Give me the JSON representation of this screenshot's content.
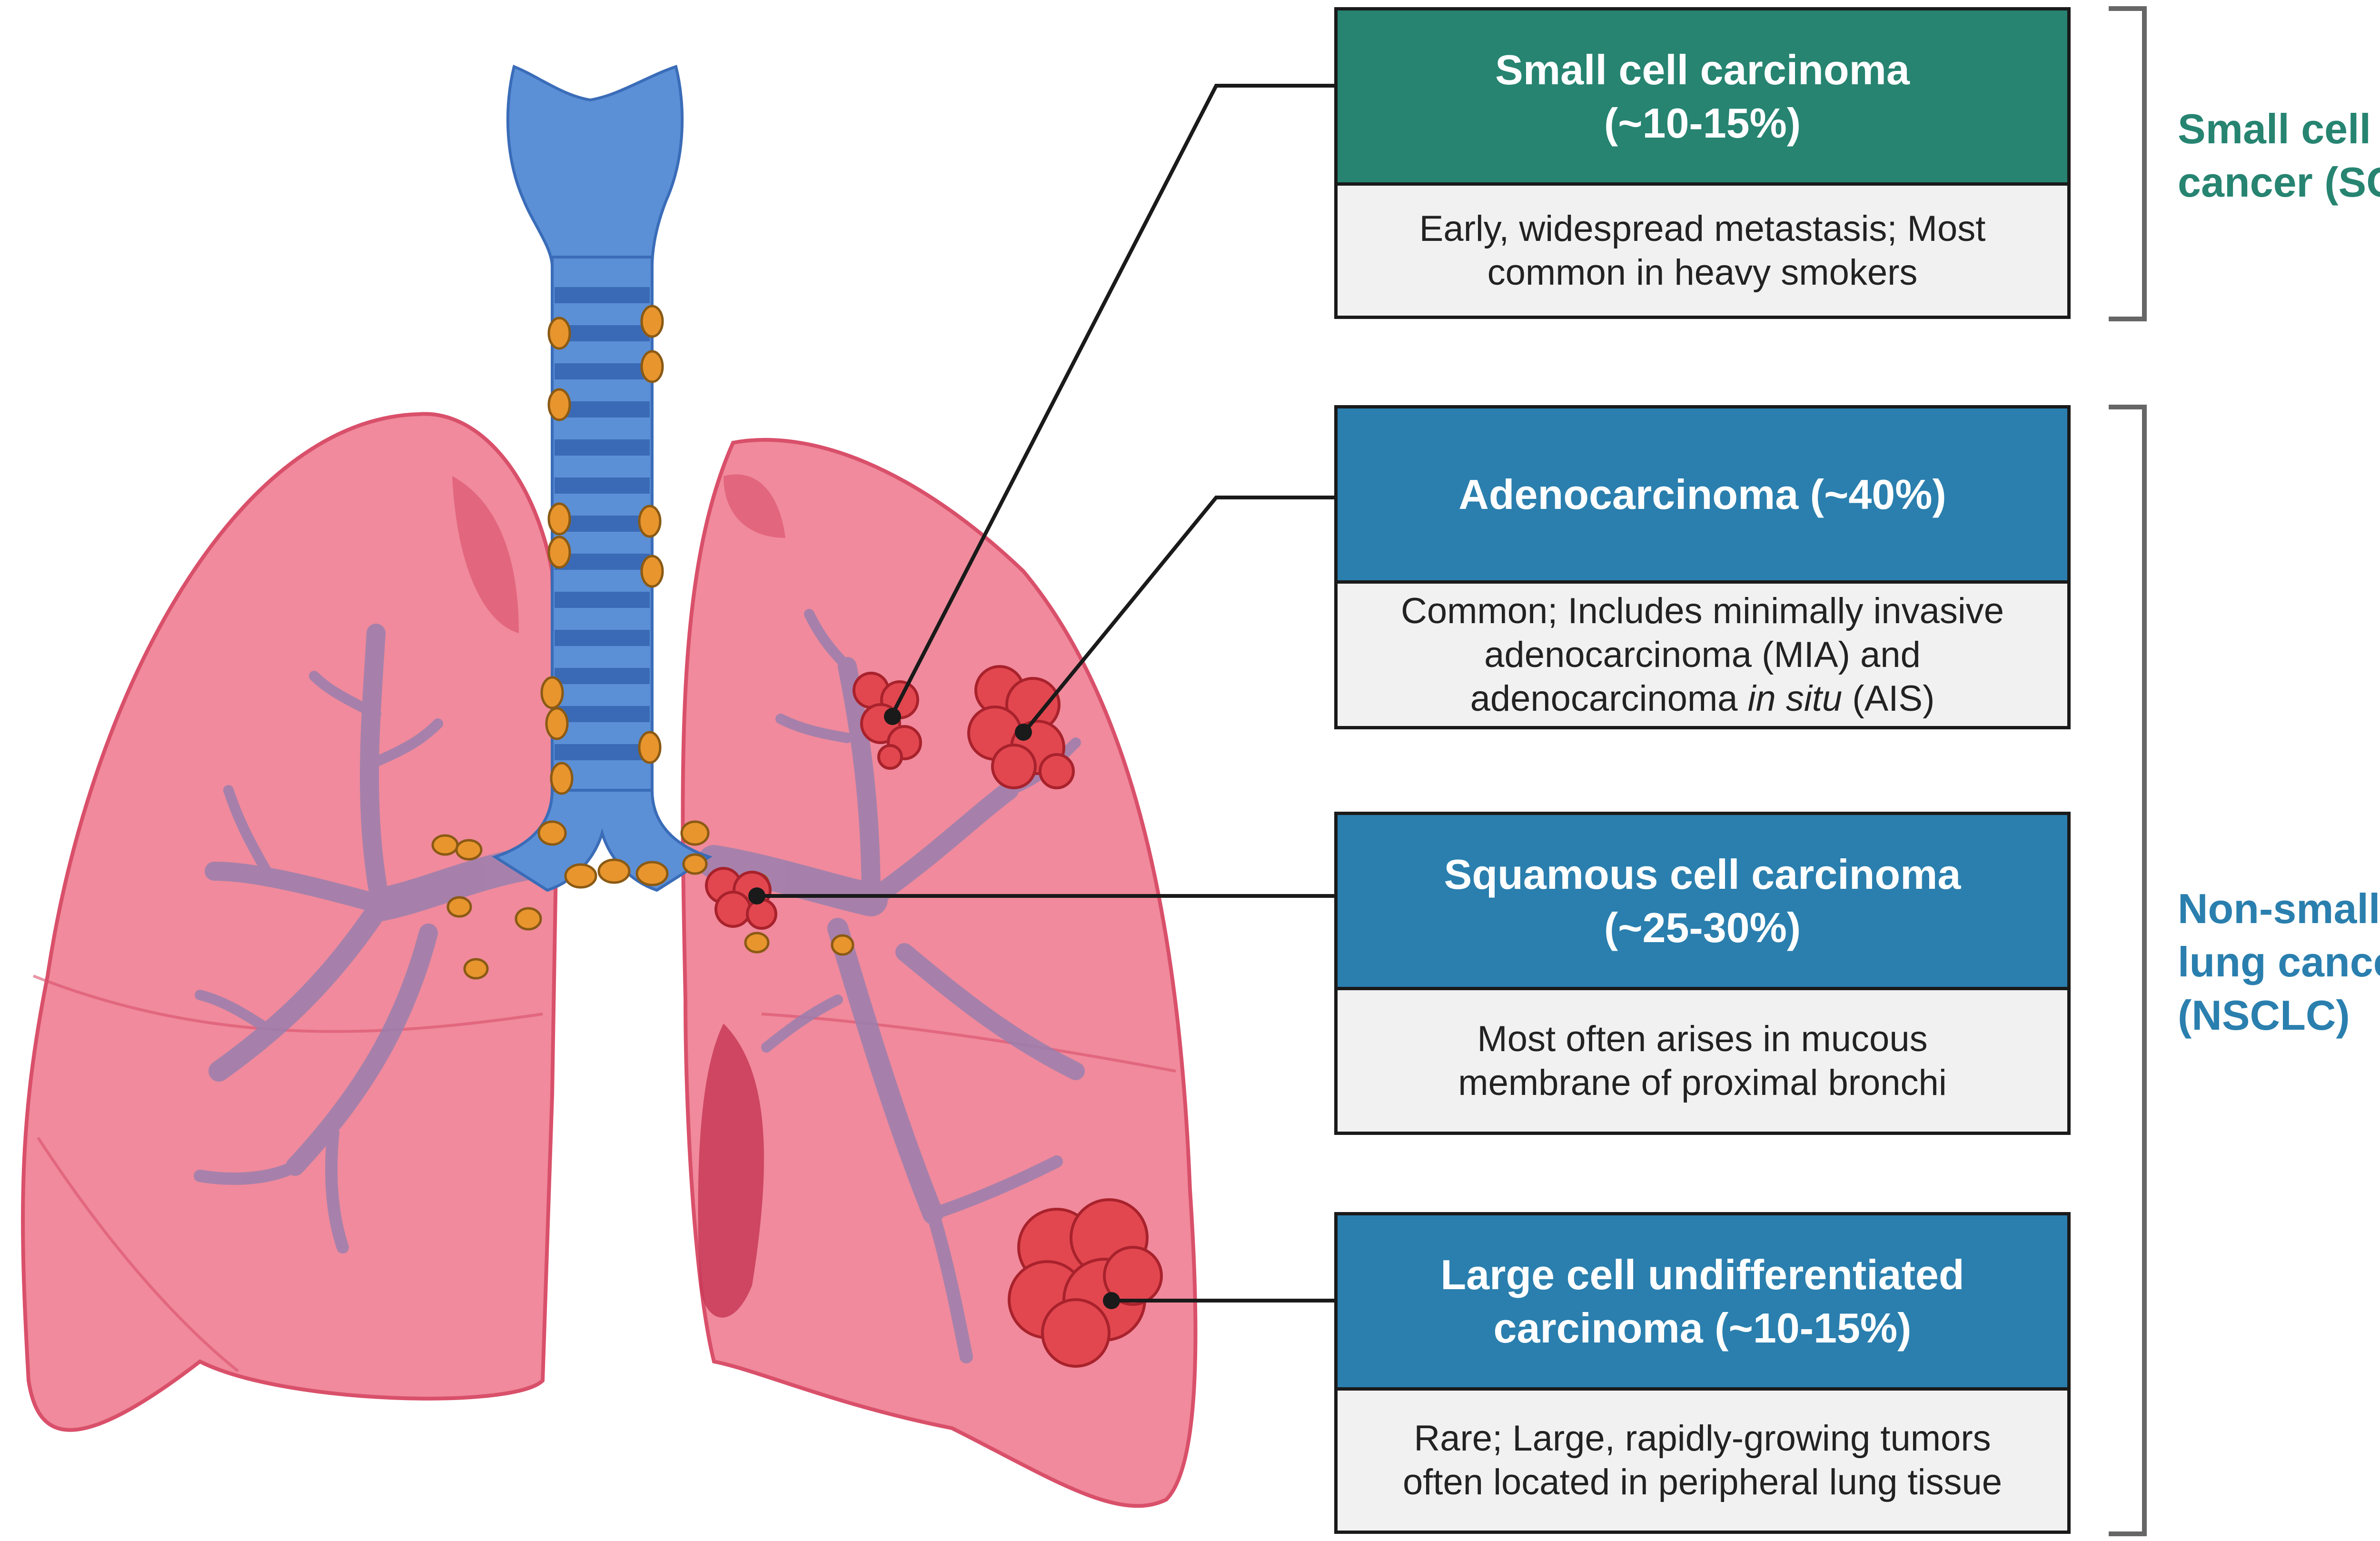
{
  "colors": {
    "sclc_teal": "#268471",
    "nsclc_blue": "#2a7fae",
    "lung_pink": "#f08a9c",
    "trachea_blue": "#5b8fd6",
    "lymph_node_orange": "#e8952e",
    "tumor_red": "#e2474f",
    "bronchi_purple": "#9a7fae"
  },
  "groups": {
    "sclc": {
      "label_line1": "Small cell lung",
      "label_line2": "cancer (SCLC)"
    },
    "nsclc": {
      "label_line1": "Non-small cell",
      "label_line2": "lung cancer",
      "label_line3": "(NSCLC)"
    }
  },
  "cards": {
    "small_cell": {
      "title_line1": "Small cell carcinoma",
      "title_line2": "(~10-15%)",
      "desc_line1": "Early, widespread metastasis; Most",
      "desc_line2": "common in heavy smokers"
    },
    "adeno": {
      "title_line1": "Adenocarcinoma (~40%)",
      "desc_line1": "Common; Includes minimally invasive",
      "desc_line2": "adenocarcinoma (MIA) and",
      "desc_line3_pre": "adenocarcinoma",
      "desc_line3_italic": "in situ",
      "desc_line3_post": "(AIS)"
    },
    "squamous": {
      "title_line1": "Squamous cell carcinoma",
      "title_line2": "(~25-30%)",
      "desc_line1": "Most often arises in mucous",
      "desc_line2": "membrane of proximal bronchi"
    },
    "large_cell": {
      "title_line1": "Large cell undifferentiated",
      "title_line2": "carcinoma (~10-15%)",
      "desc_line1": "Rare; Large, rapidly-growing tumors",
      "desc_line2": "often located in peripheral lung tissue"
    }
  },
  "illustration": {
    "organ": "lungs-with-trachea-and-bronchi",
    "icons": [
      "trachea-icon",
      "left-lung-icon",
      "right-lung-icon",
      "lymph-node-icon",
      "tumor-icon"
    ]
  }
}
